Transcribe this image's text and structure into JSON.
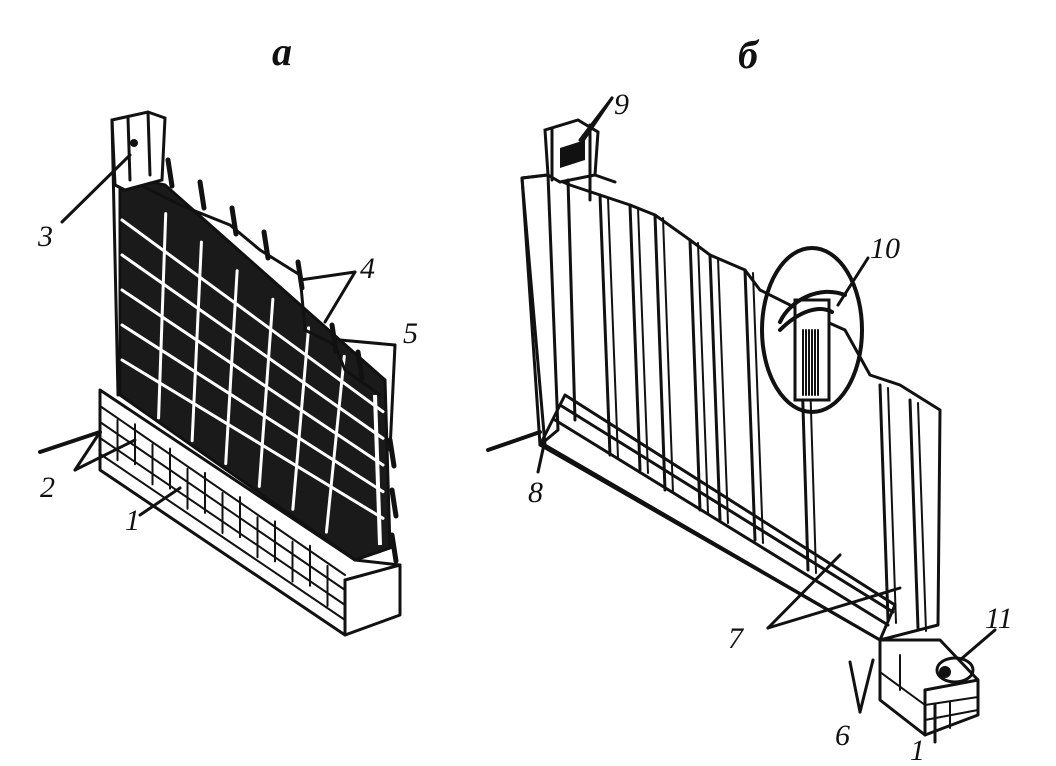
{
  "panels": {
    "a": {
      "title": "а",
      "labels": {
        "l1": "1",
        "l2": "2",
        "l3": "3",
        "l4": "4",
        "l5": "5"
      }
    },
    "b": {
      "title": "б",
      "labels": {
        "l1": "1",
        "l6": "6",
        "l7": "7",
        "l8": "8",
        "l9": "9",
        "l10": "10",
        "l11": "11"
      }
    }
  },
  "colors": {
    "ink": "#111111",
    "paper": "#ffffff"
  }
}
